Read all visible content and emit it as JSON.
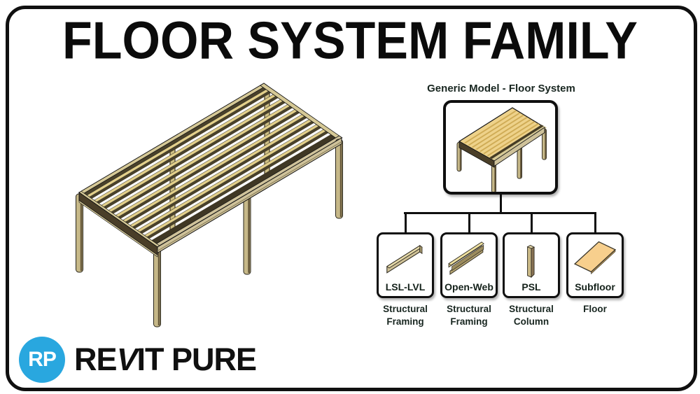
{
  "title": "FLOOR SYSTEM FAMILY",
  "hierarchy": {
    "root": {
      "label": "Generic Model - Floor System",
      "icon": "floor-system-model-icon"
    },
    "children": [
      {
        "name": "LSL-LVL",
        "category": "Structural Framing",
        "icon": "plank-icon"
      },
      {
        "name": "Open-Web",
        "category": "Structural Framing",
        "icon": "open-web-joist-icon"
      },
      {
        "name": "PSL",
        "category": "Structural Column",
        "icon": "column-icon"
      },
      {
        "name": "Subfloor",
        "category": "Floor",
        "icon": "subfloor-panel-icon"
      }
    ]
  },
  "logo": {
    "monogram": "RP",
    "brand_pre": "RE",
    "brand_v": "V",
    "brand_post": "IT PURE",
    "brand_full": "REVIT PURE"
  },
  "colors": {
    "frame_border": "#101010",
    "label_text": "#182620",
    "title_text": "#0b0b0b",
    "joist_tan": "#e2cf8a",
    "joist_dark": "#49412a",
    "rim_tan": "#d6c996",
    "fascia_tan": "#cfc29a",
    "wood_face_dark": "#4a3e28",
    "column_tan": "#c6b888",
    "deck_tan": "#eed28a",
    "deck_stripe": "#cfab55",
    "subfloor_tan": "#f7cf8d",
    "logo_blue": "#29a7df"
  }
}
